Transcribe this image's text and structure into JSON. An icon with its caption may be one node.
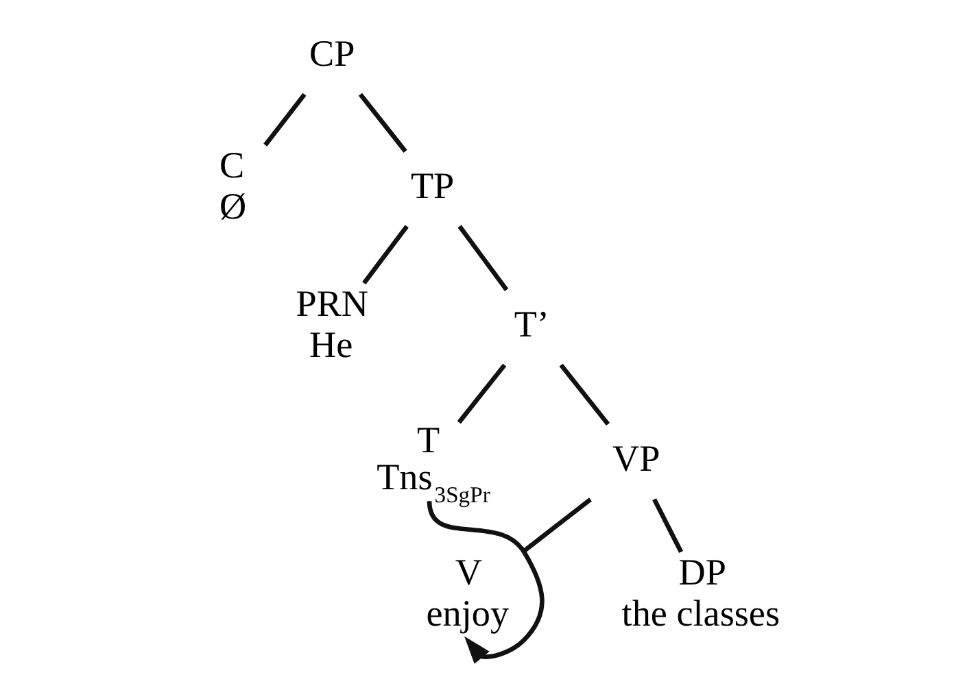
{
  "diagram": {
    "nodes": [
      {
        "text": [
          "CP"
        ]
      },
      {
        "text": [
          "C",
          "Ø"
        ]
      },
      {
        "text": [
          "TP"
        ]
      },
      {
        "text": [
          "PRN",
          "He"
        ]
      },
      {
        "text": [
          "T’"
        ]
      },
      {
        "text": [
          "T",
          "Tns$_{3SgPr}$"
        ]
      },
      {
        "text": [
          "VP"
        ]
      },
      {
        "text": [
          "V",
          "enjoy"
        ]
      },
      {
        "text": [
          "DP",
          "the classes"
        ]
      }
    ],
    "edges": [
      {
        "from": 0,
        "to": 1,
        "arrow": "none"
      },
      {
        "from": 0,
        "to": 2,
        "arrow": "none"
      },
      {
        "from": 2,
        "to": 3,
        "arrow": "none"
      },
      {
        "from": 2,
        "to": 4,
        "arrow": "none"
      },
      {
        "from": 4,
        "to": 5,
        "arrow": "none"
      },
      {
        "from": 4,
        "to": 6,
        "arrow": "none"
      },
      {
        "from": 6,
        "to": 7,
        "arrow": "none"
      },
      {
        "from": 6,
        "to": 8,
        "arrow": "none"
      },
      {
        "from": 5,
        "to": 7,
        "arrow": "to"
      }
    ]
  }
}
